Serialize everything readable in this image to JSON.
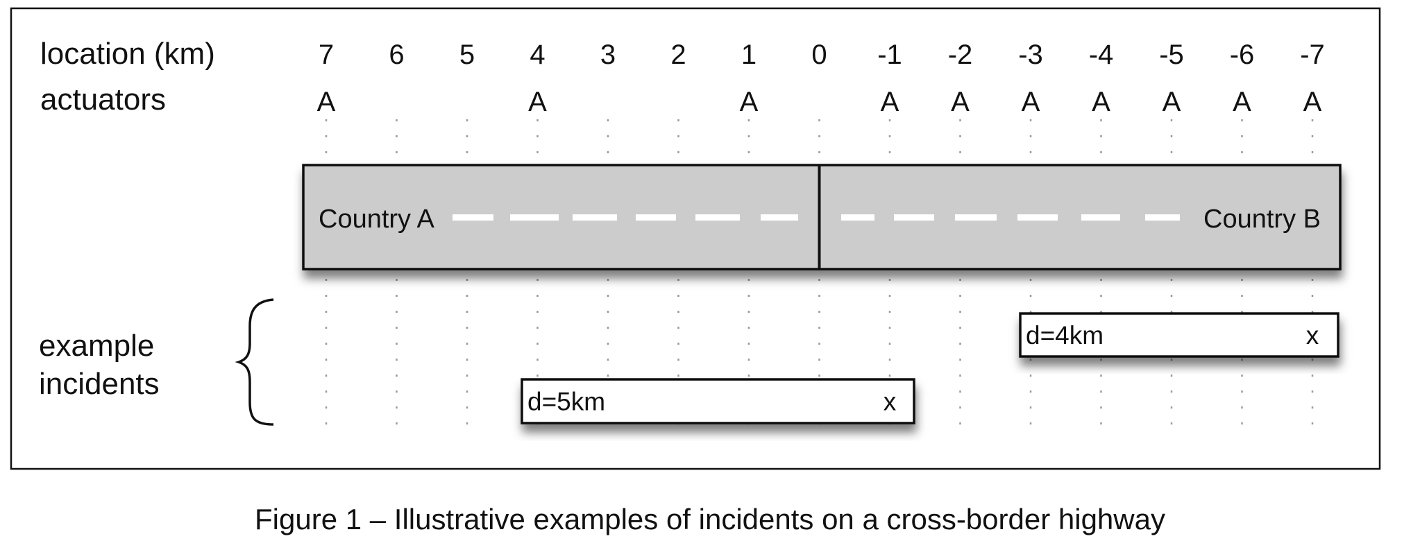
{
  "labels": {
    "location": "location (km)",
    "actuators": "actuators",
    "incidents_line1": "example",
    "incidents_line2": "incidents"
  },
  "locations": [
    "7",
    "6",
    "5",
    "4",
    "3",
    "2",
    "1",
    "0",
    "-1",
    "-2",
    "-3",
    "-4",
    "-5",
    "-6",
    "-7"
  ],
  "actuator_locations": [
    7,
    4,
    1,
    -1,
    -2,
    -3,
    -4,
    -5,
    -6,
    -7
  ],
  "actuator_symbol": "A",
  "road": {
    "left_country": "Country A",
    "right_country": "Country B",
    "border_location": 0,
    "fill_color": "#cccccc"
  },
  "incidents": [
    {
      "label": "d=4km",
      "marker": "x",
      "from_km": -3,
      "to_km": -7
    },
    {
      "label": "d=5km",
      "marker": "x",
      "from_km": 4,
      "to_km": -1
    }
  ],
  "caption": "Figure 1 – Illustrative examples of incidents on a cross-border highway"
}
